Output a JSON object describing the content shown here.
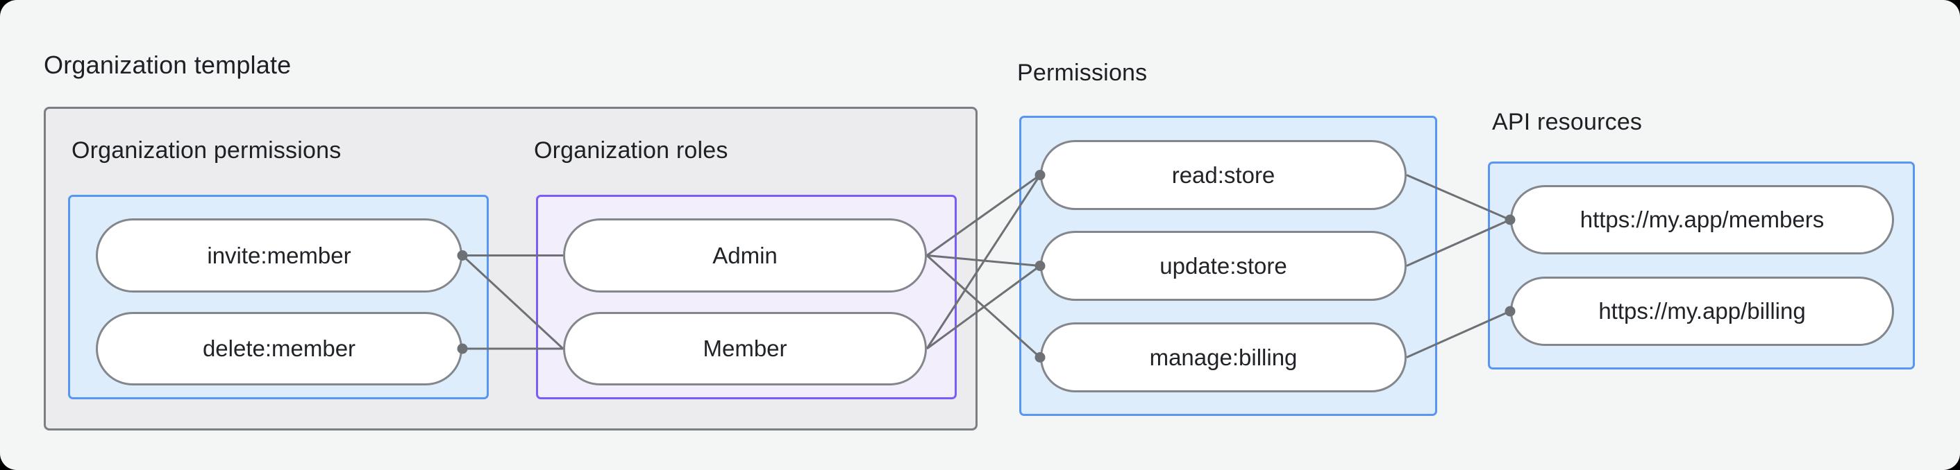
{
  "page": {
    "title": "Organization template"
  },
  "groups": {
    "org_permissions": {
      "label": "Organization permissions"
    },
    "org_roles": {
      "label": "Organization roles"
    },
    "permissions": {
      "label": "Permissions"
    },
    "api_resources": {
      "label": "API resources"
    }
  },
  "nodes": {
    "invite": {
      "label": "invite:member"
    },
    "delete": {
      "label": "delete:member"
    },
    "admin": {
      "label": "Admin"
    },
    "member": {
      "label": "Member"
    },
    "read": {
      "label": "read:store"
    },
    "update": {
      "label": "update:store"
    },
    "manage": {
      "label": "manage:billing"
    },
    "members_api": {
      "label": "https://my.app/members"
    },
    "billing_api": {
      "label": "https://my.app/billing"
    }
  },
  "diagram": {
    "edges": [
      {
        "from": "invite",
        "to": "admin"
      },
      {
        "from": "invite",
        "to": "member"
      },
      {
        "from": "delete",
        "to": "member"
      },
      {
        "from": "admin",
        "to": "read"
      },
      {
        "from": "admin",
        "to": "update"
      },
      {
        "from": "admin",
        "to": "manage"
      },
      {
        "from": "member",
        "to": "read"
      },
      {
        "from": "member",
        "to": "update"
      },
      {
        "from": "read",
        "to": "members_api"
      },
      {
        "from": "update",
        "to": "members_api"
      },
      {
        "from": "manage",
        "to": "billing_api"
      }
    ],
    "dots": [
      {
        "node": "invite",
        "side": "right"
      },
      {
        "node": "delete",
        "side": "right"
      },
      {
        "node": "read",
        "side": "left"
      },
      {
        "node": "update",
        "side": "left"
      },
      {
        "node": "manage",
        "side": "left"
      },
      {
        "node": "members_api",
        "side": "left"
      },
      {
        "node": "billing_api",
        "side": "left"
      }
    ],
    "edge_width": 3,
    "dot_radius": 7.5
  },
  "colors": {
    "page_bg": "#f4f6f6",
    "panel_bg": "#ececee",
    "panel_border": "#7b7f84",
    "blue_border": "#5896f5",
    "blue_bg": "#deedfc",
    "purple_border": "#7c5cf9",
    "purple_bg": "#f3eefc",
    "pill_border": "#83878c",
    "edge": "#6d7175",
    "text": "#1c2024"
  }
}
